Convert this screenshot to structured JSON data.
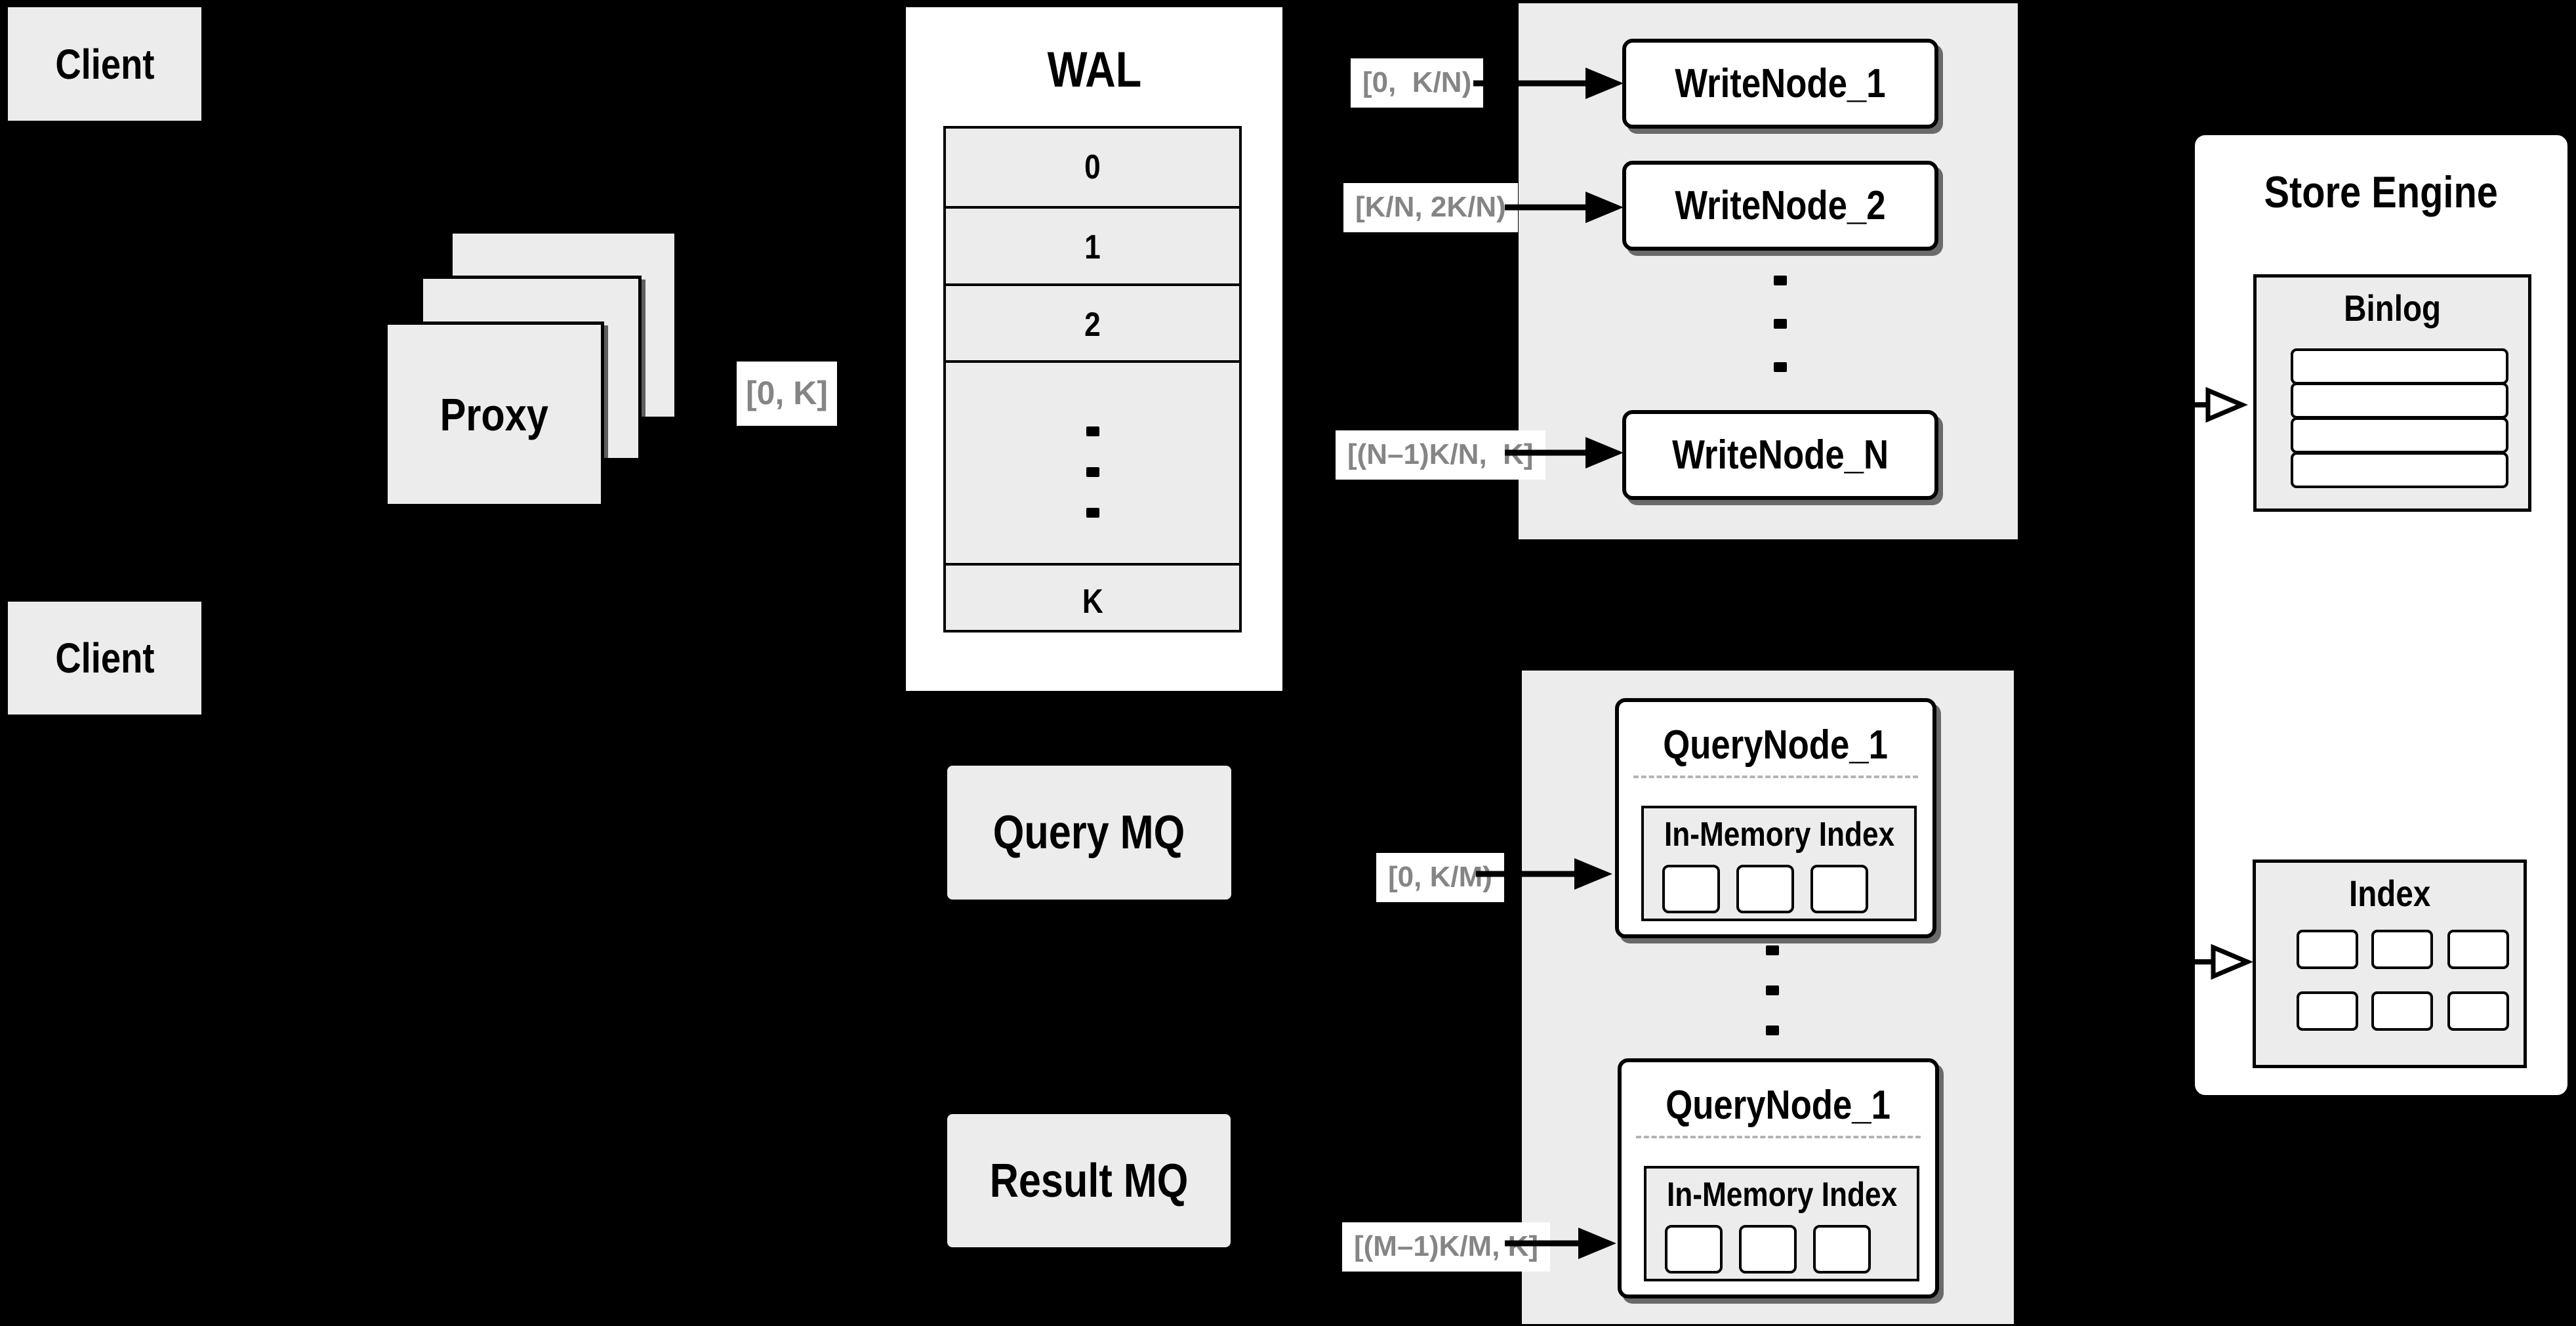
{
  "colors": {
    "background": "#000000",
    "panel_fill": "#ececec",
    "node_fill": "#ffffff",
    "border": "#000000",
    "range_text": "#858585",
    "dash_line": "#b3b3b3"
  },
  "clients": {
    "top_label": "Client",
    "bottom_label": "Client"
  },
  "proxy": {
    "label": "Proxy"
  },
  "wal": {
    "title": "WAL",
    "segments": [
      "0",
      "1",
      "2",
      "K"
    ]
  },
  "range_labels": {
    "proxy_out": "[0, K]",
    "write_1": "[0,  K/N)",
    "write_2": "[K/N, 2K/N)",
    "write_n": "[(N–1)K/N,  K]",
    "query_first": "[0, K/M)",
    "query_last": "[(M–1)K/M, K]"
  },
  "write_nodes": {
    "node_1": "WriteNode_1",
    "node_2": "WriteNode_2",
    "node_n": "WriteNode_N"
  },
  "message_queues": {
    "query_mq": "Query MQ",
    "result_mq": "Result MQ"
  },
  "query_nodes": {
    "first": {
      "title": "QueryNode_1",
      "inner_title": "In-Memory Index"
    },
    "last": {
      "title": "QueryNode_1",
      "inner_title": "In-Memory Index"
    }
  },
  "store_engine": {
    "title": "Store Engine",
    "binlog_title": "Binlog",
    "index_title": "Index"
  }
}
